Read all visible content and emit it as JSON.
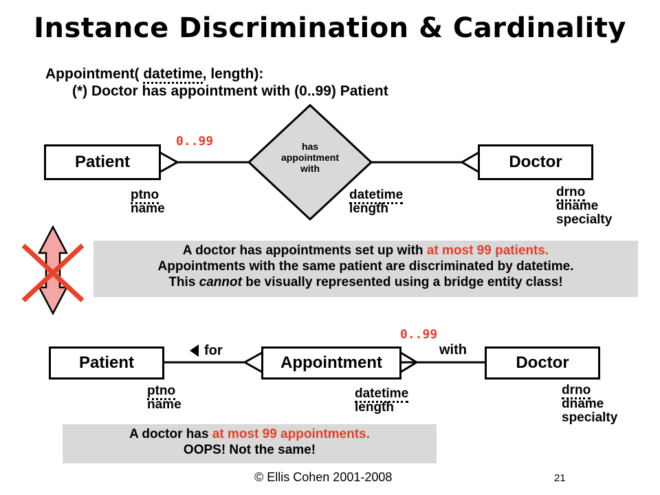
{
  "title": "Instance Discrimination & Cardinality",
  "subtitle": {
    "line1_prefix": "Appointment( ",
    "line1_key": "datetime",
    "line1_suffix": ", length):",
    "line2": "(*) Doctor has appointment with (0..99) Patient"
  },
  "diagram1": {
    "patient": {
      "label": "Patient",
      "attributes": [
        "ptno",
        "name"
      ]
    },
    "relationship": {
      "lines": [
        "has",
        "appointment",
        "with"
      ],
      "attributes": [
        "datetime",
        "length"
      ]
    },
    "doctor": {
      "label": "Doctor",
      "attributes": [
        "drno",
        "dname",
        "specialty"
      ]
    },
    "cardinality": "0..99"
  },
  "note1": {
    "line1_prefix": "A doctor has appointments set up with ",
    "line1_highlight": "at most 99 patients.",
    "line2": "Appointments with the same patient are discriminated by datetime.",
    "line3_prefix": "This ",
    "line3_emph": "cannot",
    "line3_suffix": " be visually represented using a bridge entity class!"
  },
  "diagram2": {
    "patient": {
      "label": "Patient",
      "attributes": [
        "ptno",
        "name"
      ]
    },
    "for_label": "for",
    "appointment": {
      "label": "Appointment",
      "attributes": [
        "datetime",
        "length"
      ]
    },
    "with_label": "with",
    "doctor": {
      "label": "Doctor",
      "attributes": [
        "drno",
        "dname",
        "specialty"
      ]
    },
    "cardinality": "0..99"
  },
  "note2": {
    "line1_prefix": "A doctor has ",
    "line1_highlight": "at most 99 appointments.",
    "line2": "OOPS!  Not the same!"
  },
  "footer": {
    "copyright": "© Ellis Cohen 2001-2008",
    "page_number": "21"
  },
  "colors": {
    "highlight": "#e0402a",
    "note_bg": "#d9d9d9",
    "arrow_fill": "#f4a6a6",
    "cross": "#e8432a"
  }
}
